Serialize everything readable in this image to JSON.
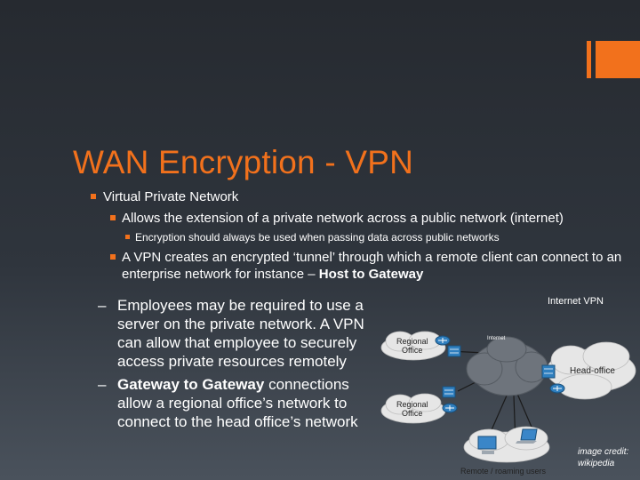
{
  "slide": {
    "title": "WAN Encryption - VPN",
    "bullets": {
      "l1": "Virtual Private Network",
      "l2a": "Allows the extension of a private network across a public network (internet)",
      "l3a": "Encryption should always be used when passing data across public networks",
      "l2b_prefix": "A VPN creates an encrypted ‘tunnel’ through which a remote client can connect to an enterprise network for instance – ",
      "l2b_bold": "Host to Gateway"
    },
    "left_column": {
      "dash": "–",
      "item1": "Employees may be required to use a server on the private network. A VPN can allow that employee to securely access private resources remotely",
      "item2_bold": "Gateway to Gateway",
      "item2_rest": " connections allow a regional office’s network to connect to the head office’s network"
    },
    "diagram": {
      "title": "Internet VPN",
      "internet_label": "Internet",
      "regional_office_1_line1": "Regional",
      "regional_office_1_line2": "Office",
      "regional_office_2_line1": "Regional",
      "regional_office_2_line2": "Office",
      "head_office": "Head-office",
      "remote_users": "Remote / roaming users"
    },
    "credit": "image credit: wikipedia"
  },
  "colors": {
    "accent": "#f2711c",
    "background_top": "#262a30",
    "background_bottom": "#4a525c",
    "cloud": "#e8e8e8",
    "internet_cloud": "#6e747c"
  },
  "icons": [
    "router-icon",
    "firewall-icon",
    "laptop-icon",
    "computer-icon"
  ]
}
